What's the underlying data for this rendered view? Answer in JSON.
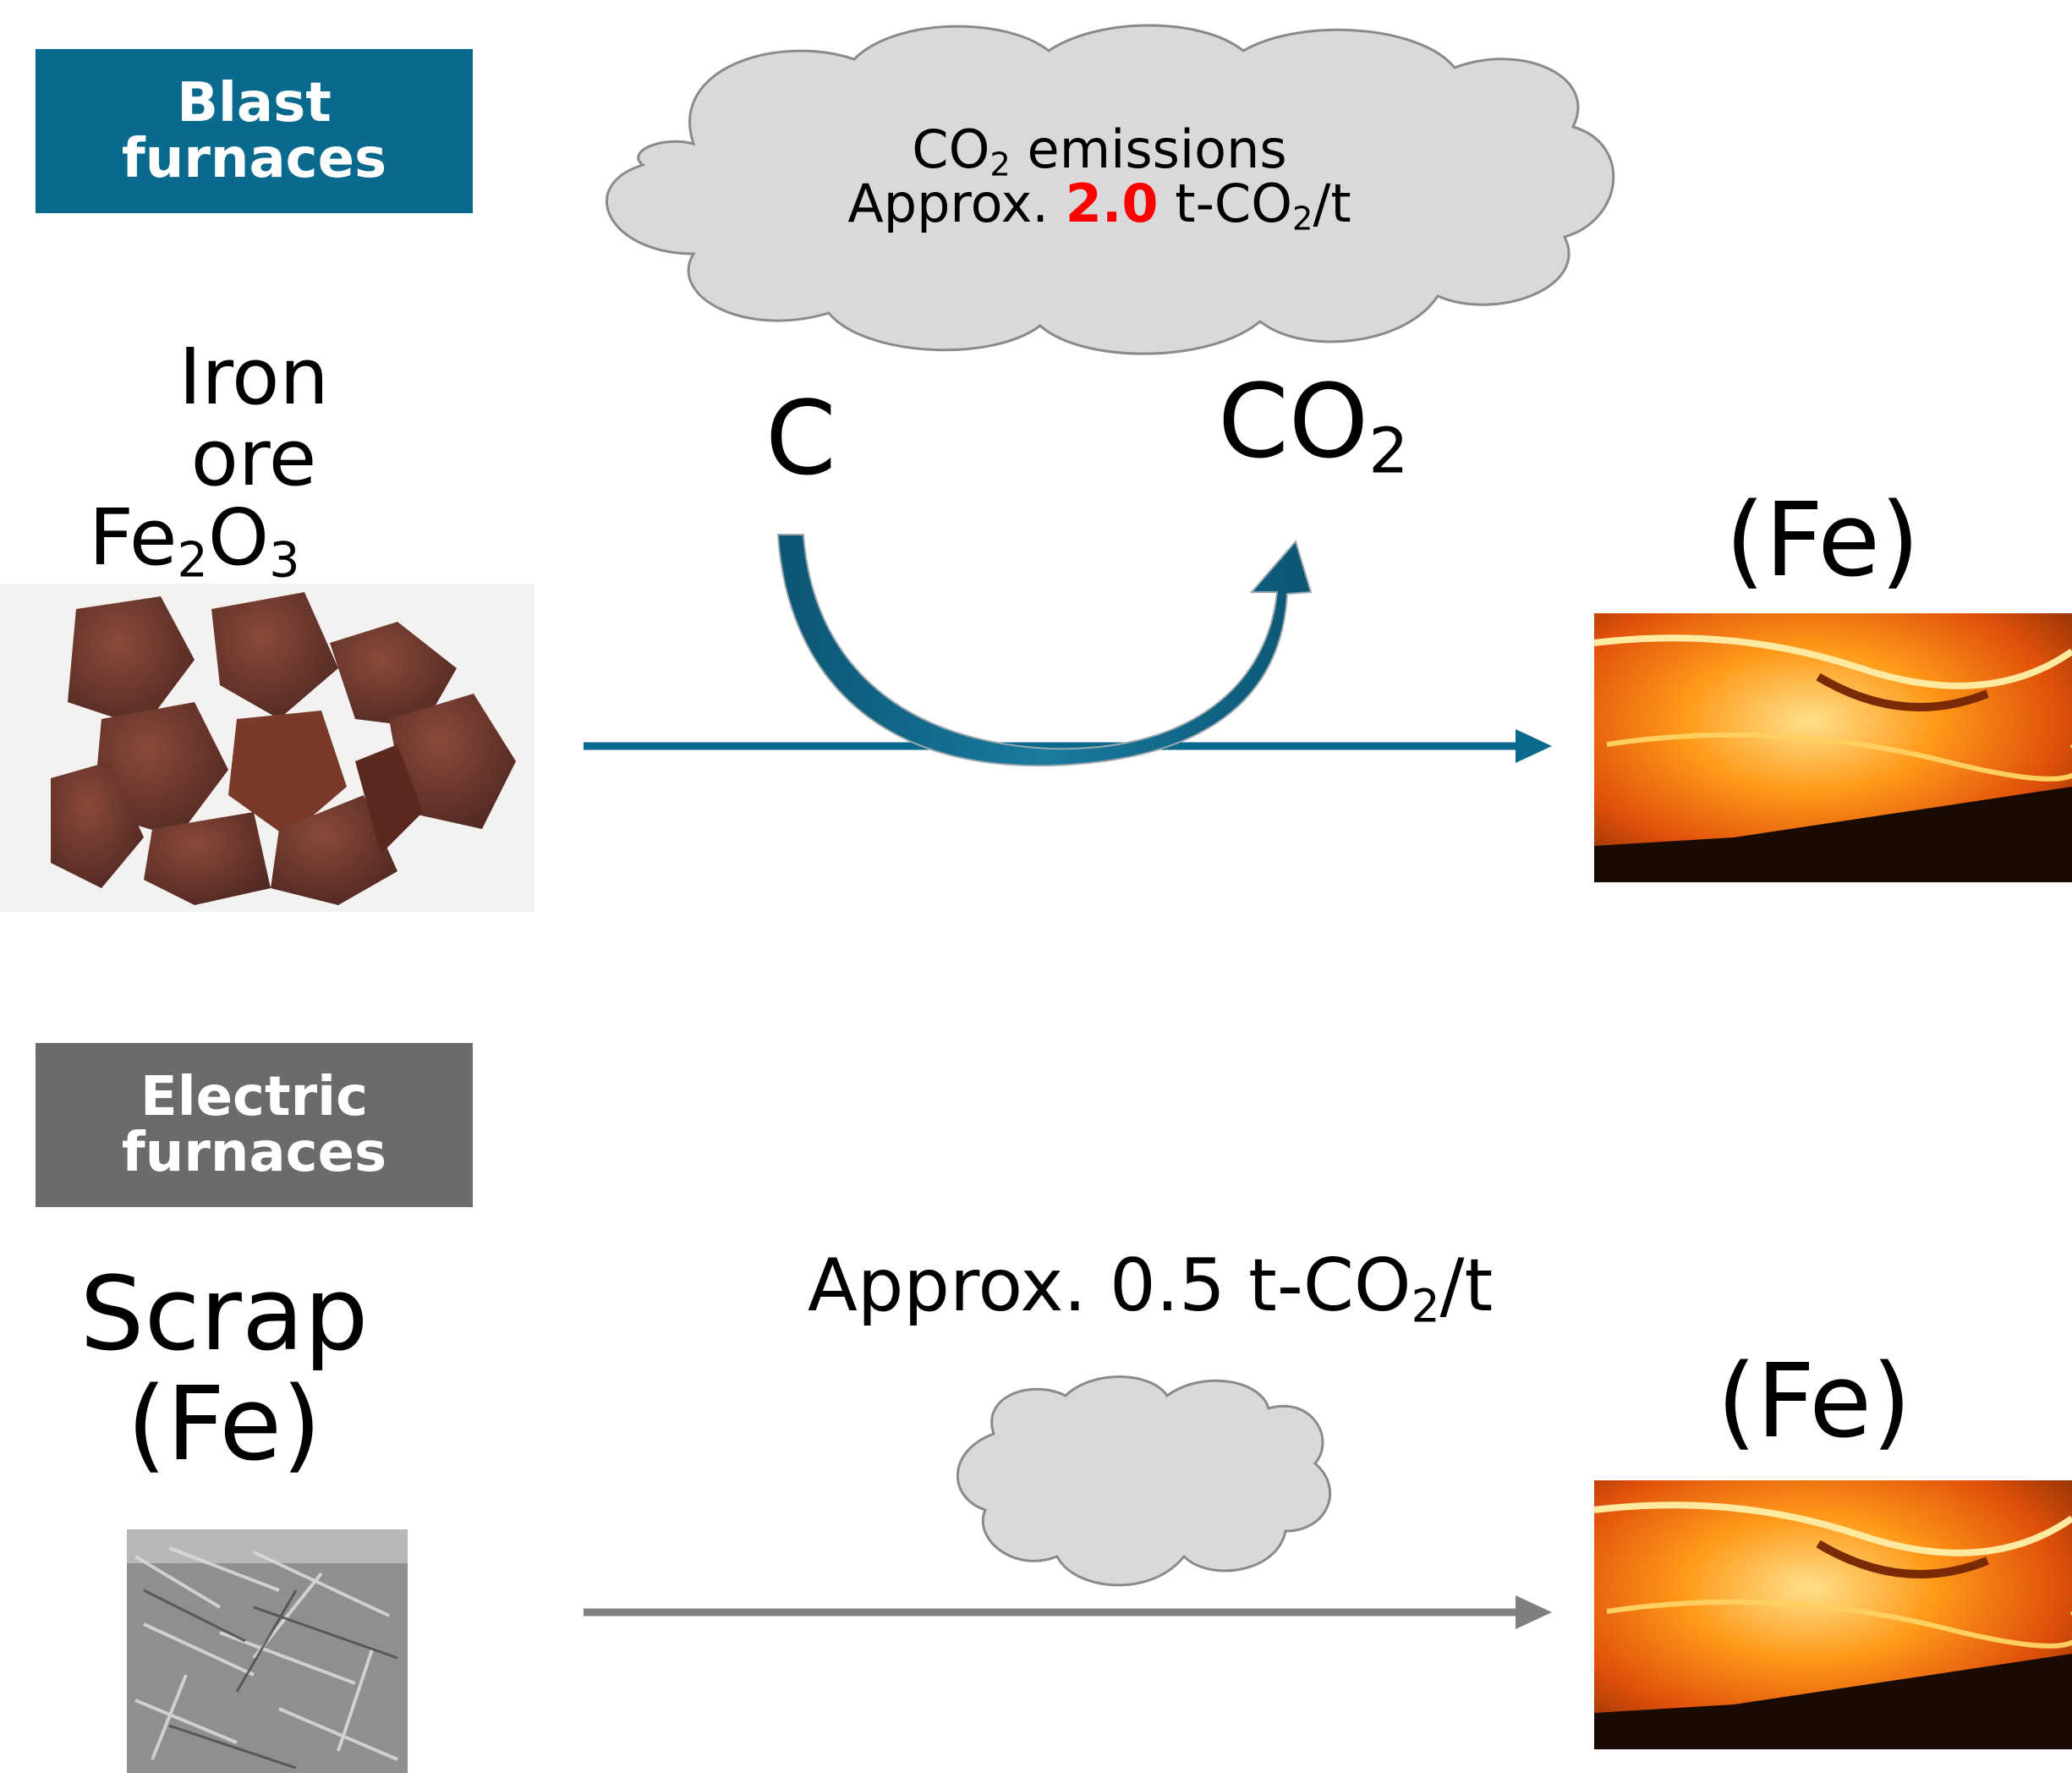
{
  "blast": {
    "label_line1": "Blast",
    "label_line2": "furnaces",
    "cloud_line1_a": "CO",
    "cloud_line1_sub": "2",
    "cloud_line1_b": " emissions",
    "cloud_line2_a": "Approx. ",
    "cloud_line2_value": "2.0",
    "cloud_line2_b": " t-CO",
    "cloud_line2_sub": "2",
    "cloud_line2_c": "/t",
    "input_line1": "Iron",
    "input_line2": "ore",
    "formula_fe": "Fe",
    "formula_sub1": "2",
    "formula_o": "O",
    "formula_sub2": "3",
    "reductant": "C",
    "product_co": "CO",
    "product_sub": "2",
    "output": "(Fe)"
  },
  "electric": {
    "label_line1": "Electric",
    "label_line2": "furnaces",
    "emission_a": "Approx. 0.5 t-CO",
    "emission_sub": "2",
    "emission_b": "/t",
    "input_line1": "Scrap",
    "input_line2": "(Fe)",
    "output": "(Fe)"
  },
  "colors": {
    "blast_accent": "#0a6a8e",
    "electric_accent": "#6b6b6b",
    "highlight_value": "#ff0000",
    "cloud_fill": "#d9d9d9"
  }
}
